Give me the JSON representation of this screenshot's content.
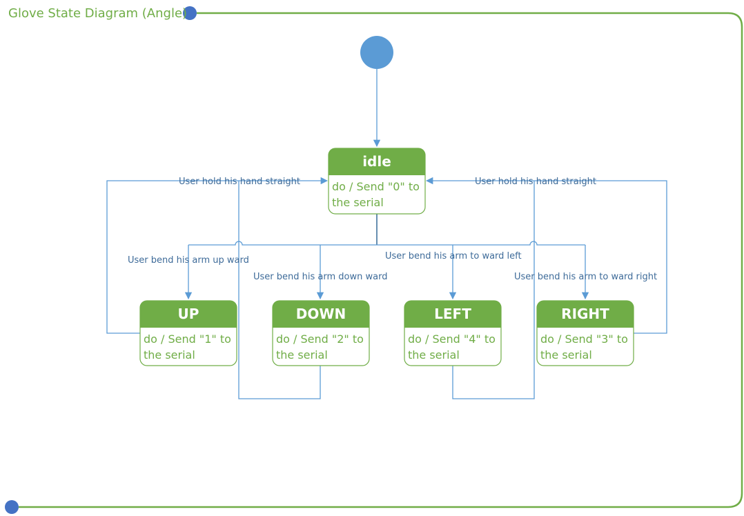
{
  "frame": {
    "title": "Glove State Diagram (Angle)",
    "frame_color": "#70ad47",
    "endpoint_color": "#4472c4"
  },
  "colors": {
    "state_header": "#70ad47",
    "state_border": "#70ad47",
    "state_text": "#70ad47",
    "initial_node": "#5b9bd5",
    "arrow": "#5b9bd5",
    "label": "#3e6b99"
  },
  "states": {
    "idle": {
      "name": "idle",
      "line1": "do / Send \"0\" to",
      "line2": "the serial"
    },
    "up": {
      "name": "UP",
      "line1": "do / Send \"1\" to",
      "line2": "the serial"
    },
    "down": {
      "name": "DOWN",
      "line1": "do / Send \"2\" to",
      "line2": "the serial"
    },
    "left": {
      "name": "LEFT",
      "line1": "do / Send \"4\" to",
      "line2": "the serial"
    },
    "right": {
      "name": "RIGHT",
      "line1": "do / Send \"3\" to",
      "line2": "the serial"
    }
  },
  "transitions": {
    "to_up": "User bend his arm up ward",
    "to_down": "User bend his arm down ward",
    "to_left": "User bend his arm to ward left",
    "to_right": "User bend his arm to ward right",
    "return_left": "User hold his hand straight",
    "return_right": "User hold his hand straight"
  }
}
